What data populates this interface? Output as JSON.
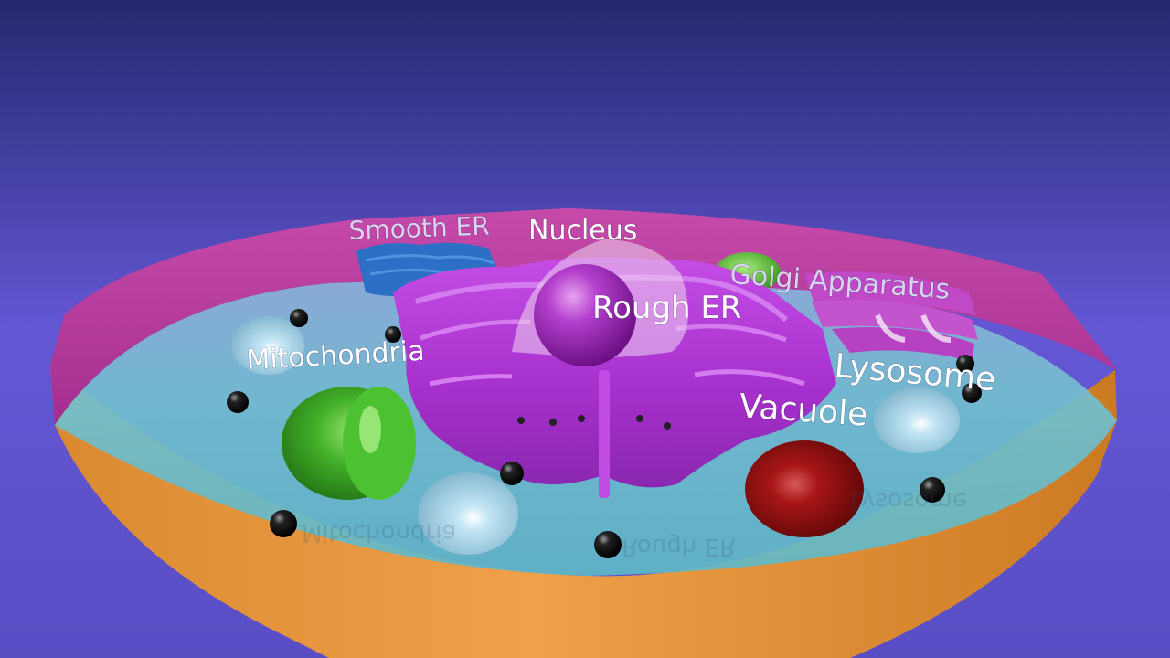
{
  "scene": {
    "colors": {
      "sky_top": "#2c2f7e",
      "sky_mid": "#6a5fd8",
      "shell": "#e5913a",
      "cytoplasm": "#6fc6cf",
      "membrane": "#c23fa6",
      "er": "#b338d6",
      "nucleus": "#9f1fb4",
      "vacuole": "#9e0f10",
      "mitochondria": "#3fae2a",
      "smooth_er": "#2f73c8",
      "lysosome": "#a9d8ee",
      "ribosome": "#111111"
    },
    "labels": {
      "smooth_er": "Smooth ER",
      "nucleus": "Nucleus",
      "golgi": "Golgi Apparatus",
      "rough_er": "Rough ER",
      "mitochondria": "Mitochondria",
      "lysosome": "Lysosome",
      "vacuole": "Vacuole"
    },
    "reflections": {
      "left": "Mitochondria",
      "center": "Rough ER",
      "right": "Lysosome"
    }
  }
}
